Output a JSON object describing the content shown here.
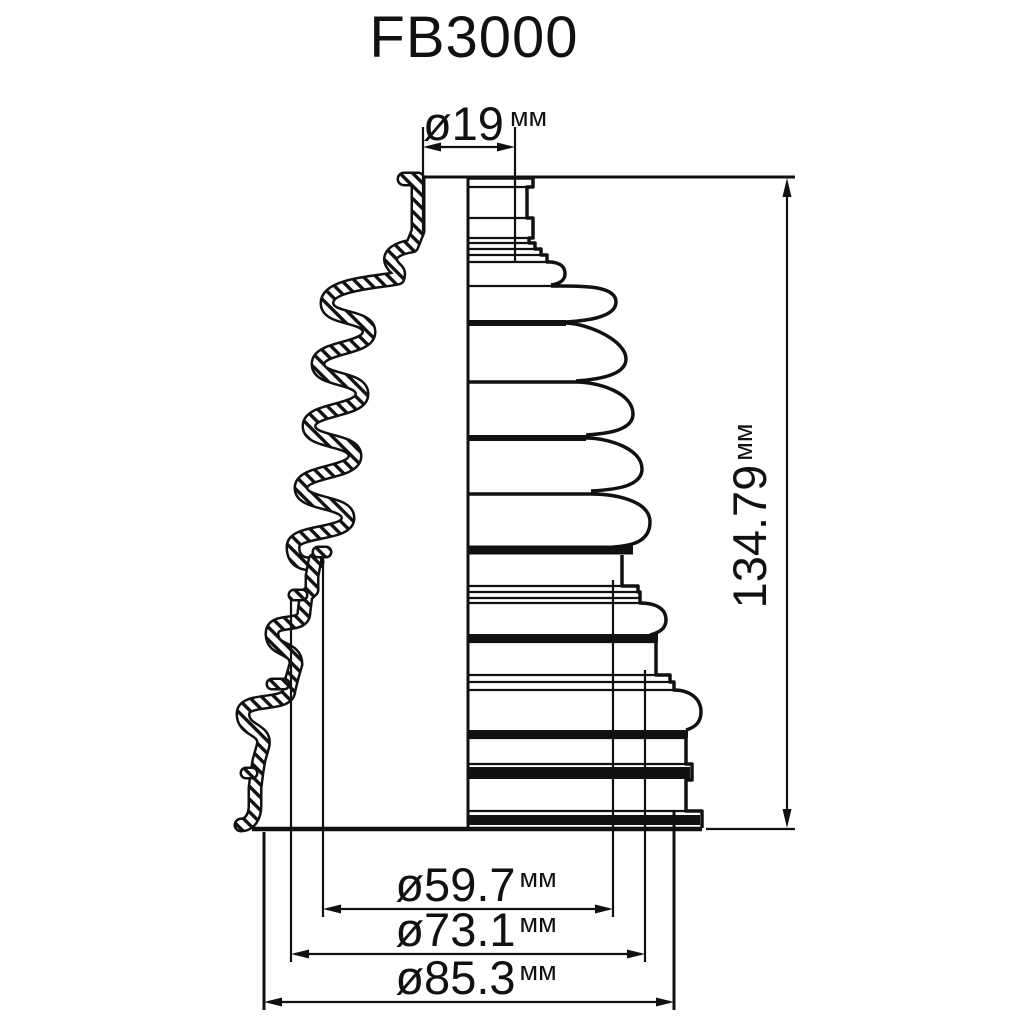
{
  "title": "FB3000",
  "unit": "мм",
  "dimensions": {
    "top_inner_diameter": "ø19",
    "overall_height": "134.79",
    "small_boot_diameter": "ø59.7",
    "middle_boot_diameter": "ø73.1",
    "large_boot_diameter": "ø85.3"
  },
  "colors": {
    "line": "#111111",
    "background": "#ffffff"
  }
}
